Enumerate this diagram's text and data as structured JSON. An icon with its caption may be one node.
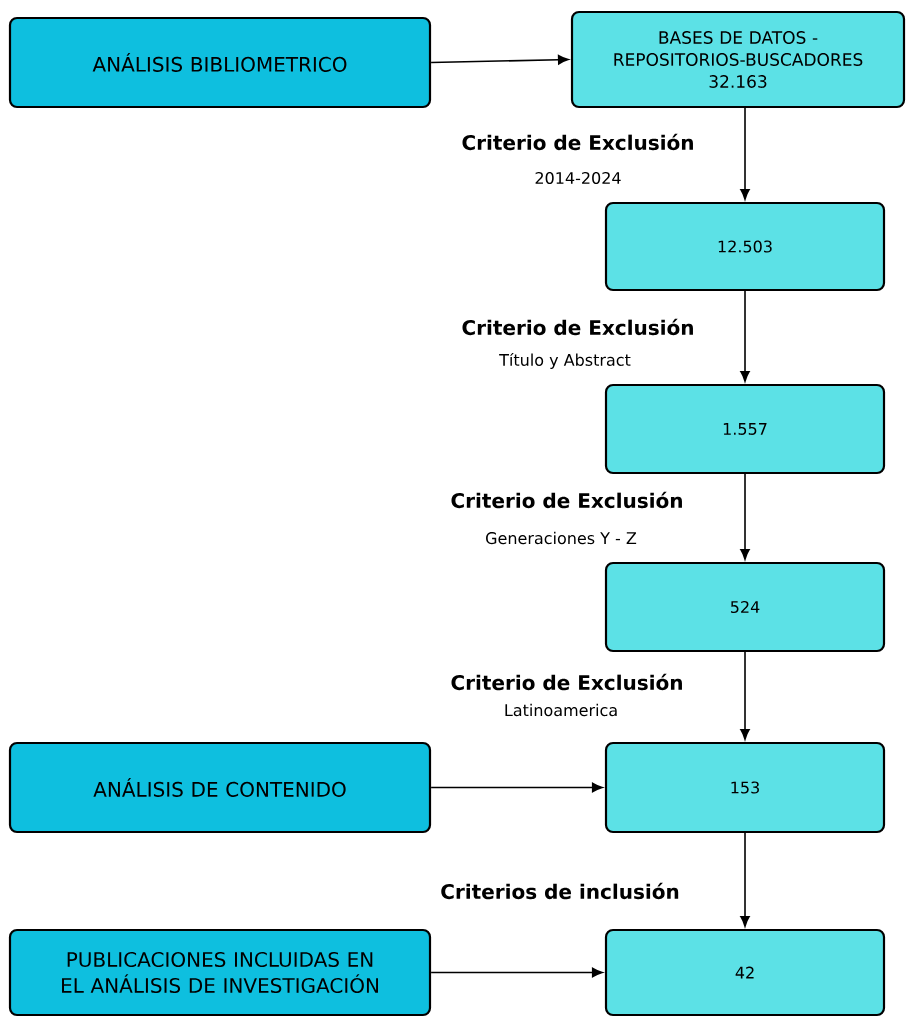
{
  "diagram": {
    "nodes": [
      {
        "text": [
          "ANÁLISIS BIBLIOMETRICO"
        ]
      },
      {
        "text": [
          "BASES DE DATOS - REPOSITORIOS-BUSCADORES",
          "32.163"
        ]
      },
      {
        "text": [
          "12.503"
        ]
      },
      {
        "text": [
          "1.557"
        ]
      },
      {
        "text": [
          "524"
        ]
      },
      {
        "text": [
          "ANÁLISIS DE CONTENIDO"
        ]
      },
      {
        "text": [
          "153"
        ]
      },
      {
        "text": [
          "PUBLICACIONES INCLUIDAS EN EL ANÁLISIS DE INVESTIGACIÓN"
        ]
      },
      {
        "text": [
          "42"
        ]
      }
    ],
    "edges": [
      {
        "from": 0,
        "to": 1,
        "arrow": "to"
      },
      {
        "from": 1,
        "to": 2,
        "arrow": "to"
      },
      {
        "from": 2,
        "to": 3,
        "arrow": "to"
      },
      {
        "from": 3,
        "to": 4,
        "arrow": "to"
      },
      {
        "from": 4,
        "to": 6,
        "arrow": "to"
      },
      {
        "from": 5,
        "to": 6,
        "arrow": "to"
      },
      {
        "from": 6,
        "to": 8,
        "arrow": "to"
      },
      {
        "from": 7,
        "to": 8,
        "arrow": "to"
      }
    ],
    "labels": [
      "Criterio de Exclusión",
      "2014-2024",
      "Criterio de Exclusión",
      "Título y Abstract",
      "Criterio de Exclusión",
      "Generaciones Y - Z",
      "Criterio de Exclusión",
      "Latinoamerica",
      "Criterios de inclusión"
    ]
  }
}
